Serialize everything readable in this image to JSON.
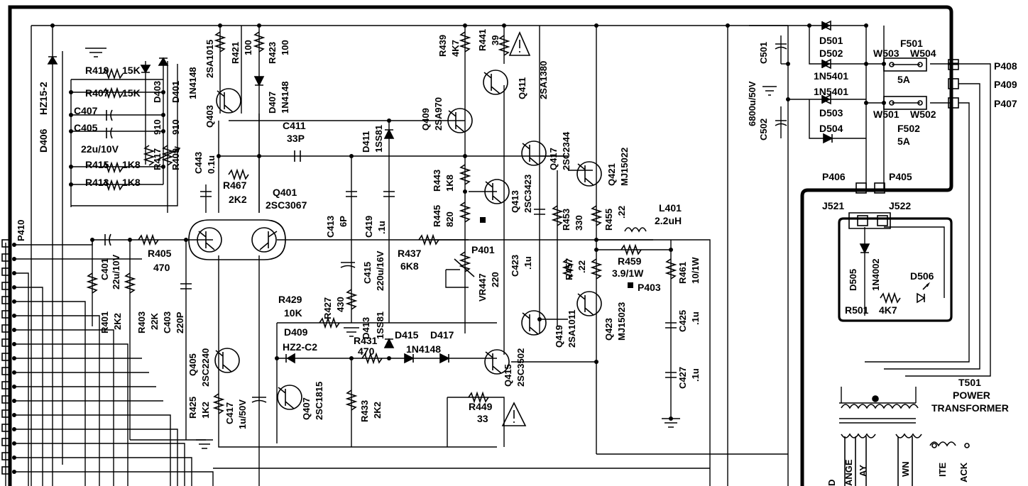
{
  "labels": {
    "D406": "D406",
    "HZ15_2": "HZ15-2",
    "R419": "R419",
    "v15K_a": "15K",
    "R407": "R407",
    "v15K_b": "15K",
    "C407": "C407",
    "C405": "C405",
    "v22u10V_a": "22u/10V",
    "R415": "R415",
    "v1K8_a": "1K8",
    "R413": "R413",
    "v1K8_b": "1K8",
    "D403": "D403",
    "D401": "D401",
    "R417": "R417",
    "R409": "R409",
    "v910_a": "910",
    "v910_b": "910",
    "N4148_a": "1N4148",
    "Q403": "Q403",
    "SA1015": "2SA1015",
    "R421": "R421",
    "v100_a": "100",
    "R423": "R423",
    "v100_b": "100",
    "D407": "D407",
    "N4148_b": "1N4148",
    "C443": "C443",
    "v01u": "0.1u",
    "R467": "R467",
    "v2K2_a": "2K2",
    "Q401": "Q401",
    "SC3067": "2SC3067",
    "C411": "C411",
    "v33P": "33P",
    "D411": "D411",
    "SS81_a": "1SS81",
    "Q409": "Q409",
    "SA970": "2SA970",
    "R439": "R439",
    "v4K7_a": "4K7",
    "R441": "R441",
    "v39": "39",
    "Q411": "Q411",
    "SA1380": "2SA1380",
    "Q417": "Q417",
    "SC2344": "2SC2344",
    "Q421": "Q421",
    "MJ15022": "MJ15022",
    "R443": "R443",
    "v1K8_c": "1K8",
    "Q413": "Q413",
    "SC3423": "2SC3423",
    "R445": "R445",
    "v820": "820",
    "R453": "R453",
    "v330": "330",
    "R455": "R455",
    "v22_a": ".22",
    "L401": "L401",
    "v22uH": "2.2uH",
    "P410": "P410",
    "C401": "C401",
    "v22u10V_b": "22u/10V",
    "R405": "R405",
    "v470_a": "470",
    "C413": "C413",
    "v6P": "6P",
    "C419": "C419",
    "v1u_a": ".1u",
    "R437": "R437",
    "v6K8": "6K8",
    "P401": "P401",
    "VR447": "VR447",
    "v220": "220",
    "C423": "C423",
    "v1u_b": ".1u",
    "R457": "R457",
    "v22_b": ".22",
    "R459": "R459",
    "v3_9_1W": "3.9/1W",
    "R461": "R461",
    "v10_1W": "10/1W",
    "P403": "P403",
    "C415": "C415",
    "v220u16V": "220u/16V",
    "R401": "R401",
    "v2K2_b": "2K2",
    "R403": "R403",
    "v22K": "22K",
    "C403": "C403",
    "v220P": "220P",
    "R429": "R429",
    "v10K": "10K",
    "R427": "R427",
    "v430": "430",
    "D409": "D409",
    "HZ2_C2": "HZ2-C2",
    "D413": "D413",
    "SS81_b": "1SS81",
    "D415": "D415",
    "D417": "D417",
    "N4148_c": "1N4148",
    "R431": "R431",
    "v470_b": "470",
    "Q419": "Q419",
    "SA1011": "2SA1011",
    "Q423": "Q423",
    "MJ15023": "MJ15023",
    "C425": "C425",
    "v1u_c": ".1u",
    "C427": "C427",
    "v1u_d": ".1u",
    "Q405": "Q405",
    "SC2240": "2SC2240",
    "R425": "R425",
    "v1K2": "1K2",
    "C417": "C417",
    "v1u50V": "1u/50V",
    "Q407": "Q407",
    "SC1815": "2SC1815",
    "R433": "R433",
    "v2K2_c": "2K2",
    "Q415": "Q415",
    "SC3502": "2SC3502",
    "R449": "R449",
    "v33": "33",
    "C501": "C501",
    "C502": "C502",
    "v6800u50V": "6800u/50V",
    "D501": "D501",
    "D502": "D502",
    "N5401_a": "1N5401",
    "N5401_b": "1N5401",
    "D503": "D503",
    "D504": "D504",
    "F501": "F501",
    "W503": "W503",
    "W504": "W504",
    "v5A_a": "5A",
    "W501": "W501",
    "W502": "W502",
    "F502": "F502",
    "v5A_b": "5A",
    "P408": "P408",
    "P409": "P409",
    "P407": "P407",
    "P406": "P406",
    "P405": "P405",
    "J521": "J521",
    "J522": "J522",
    "D505": "D505",
    "N4002": "1N4002",
    "D506": "D506",
    "R501": "R501",
    "v4K7_b": "4K7",
    "T501": "T501",
    "POWER": "POWER",
    "TRANSFORMER": "TRANSFORMER",
    "cut1": "D",
    "cut2": "ANGE",
    "cut3": "AY",
    "cut4": "WN",
    "cut5": "ITE",
    "cut6": "ACK"
  },
  "icons": [
    "warning-triangle-icon",
    "npn-transistor-icon",
    "pnp-transistor-icon",
    "diode-icon",
    "zener-diode-icon",
    "led-icon",
    "resistor-icon",
    "capacitor-icon",
    "fuse-icon",
    "ground-icon",
    "inductor-icon",
    "transformer-icon"
  ]
}
